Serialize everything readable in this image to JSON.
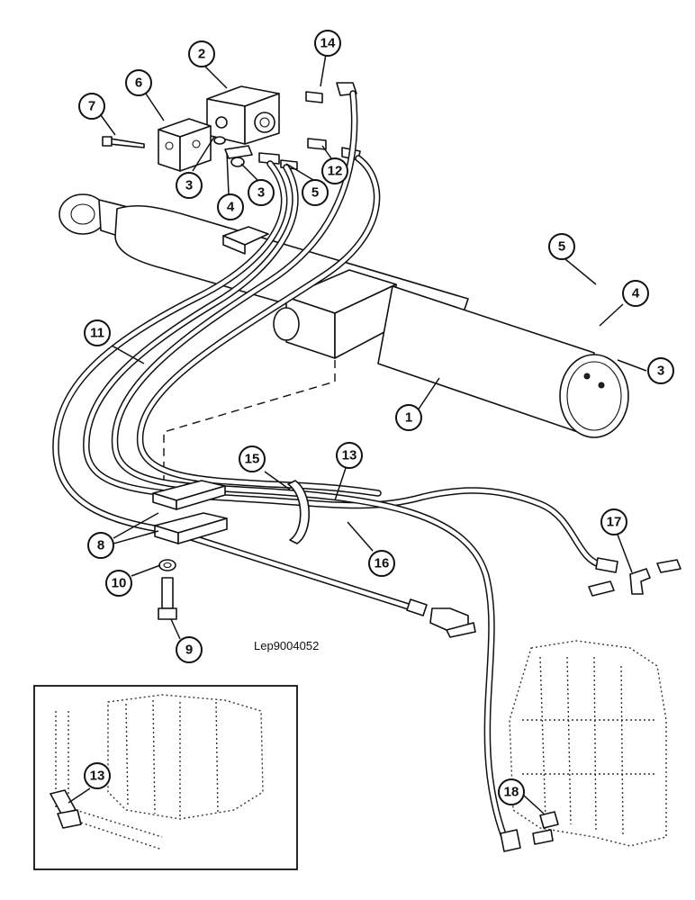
{
  "drawing_reference": "Lep9004052",
  "callouts": [
    {
      "label": "1"
    },
    {
      "label": "2"
    },
    {
      "label": "3"
    },
    {
      "label": "3"
    },
    {
      "label": "3"
    },
    {
      "label": "4"
    },
    {
      "label": "4"
    },
    {
      "label": "5"
    },
    {
      "label": "5"
    },
    {
      "label": "6"
    },
    {
      "label": "7"
    },
    {
      "label": "8"
    },
    {
      "label": "9"
    },
    {
      "label": "10"
    },
    {
      "label": "11"
    },
    {
      "label": "12"
    },
    {
      "label": "13"
    },
    {
      "label": "13"
    },
    {
      "label": "14"
    },
    {
      "label": "15"
    },
    {
      "label": "16"
    },
    {
      "label": "17"
    },
    {
      "label": "18"
    }
  ]
}
